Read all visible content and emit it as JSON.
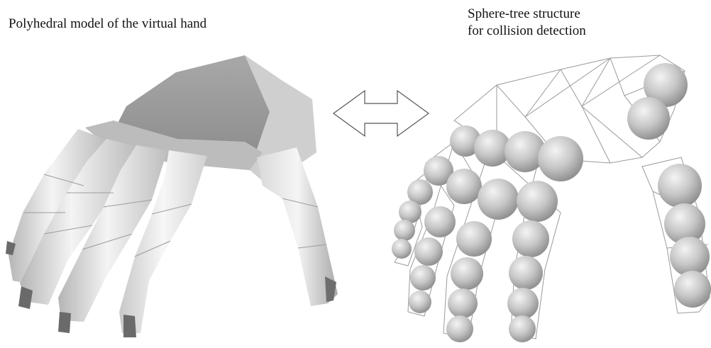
{
  "left_caption": "Polyhedral model of the virtual hand",
  "right_caption": {
    "line1": "Sphere-tree structure",
    "line2": "for collision detection"
  },
  "colors": {
    "hand_light": "#f2f2f2",
    "hand_mid": "#c9c9c9",
    "hand_dark": "#8e8e8e",
    "nail": "#6a6a6a",
    "wire": "#9a9a9a",
    "sphere_light": "#f0f0f0",
    "sphere_dark": "#9c9c9c",
    "arrow": "#555555"
  },
  "icons": {
    "hand_model": "polyhedral-hand-icon",
    "exchange": "double-arrow-icon",
    "sphere_tree": "sphere-tree-hand-icon"
  }
}
